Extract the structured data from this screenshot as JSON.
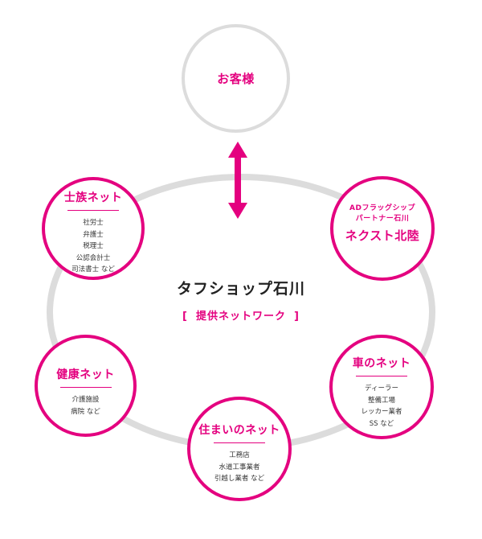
{
  "colors": {
    "accent": "#e4007f",
    "ring": "#dcdcdc",
    "text": "#222222"
  },
  "top": {
    "title": "お客様"
  },
  "center": {
    "title": "タフショップ石川",
    "bracket_open": "[",
    "subtitle": "提供ネットワーク",
    "bracket_close": "]"
  },
  "arrow": {
    "icon": "double-vertical-arrow"
  },
  "shizoku": {
    "title": "士族ネット",
    "items": [
      "社労士",
      "弁護士",
      "税理士",
      "公認会計士",
      "司法書士 など"
    ]
  },
  "next": {
    "line1": "ADフラッグシップ",
    "line2": "パートナー石川",
    "title": "ネクスト北陸"
  },
  "kenko": {
    "title": "健康ネット",
    "items": [
      "介護施設",
      "病院 など"
    ]
  },
  "kuruma": {
    "title": "車のネット",
    "items": [
      "ディーラー",
      "整備工場",
      "レッカー業者",
      "SS など"
    ]
  },
  "sumai": {
    "title": "住まいのネット",
    "items": [
      "工務店",
      "水道工事業者",
      "引越し業者 など"
    ]
  }
}
